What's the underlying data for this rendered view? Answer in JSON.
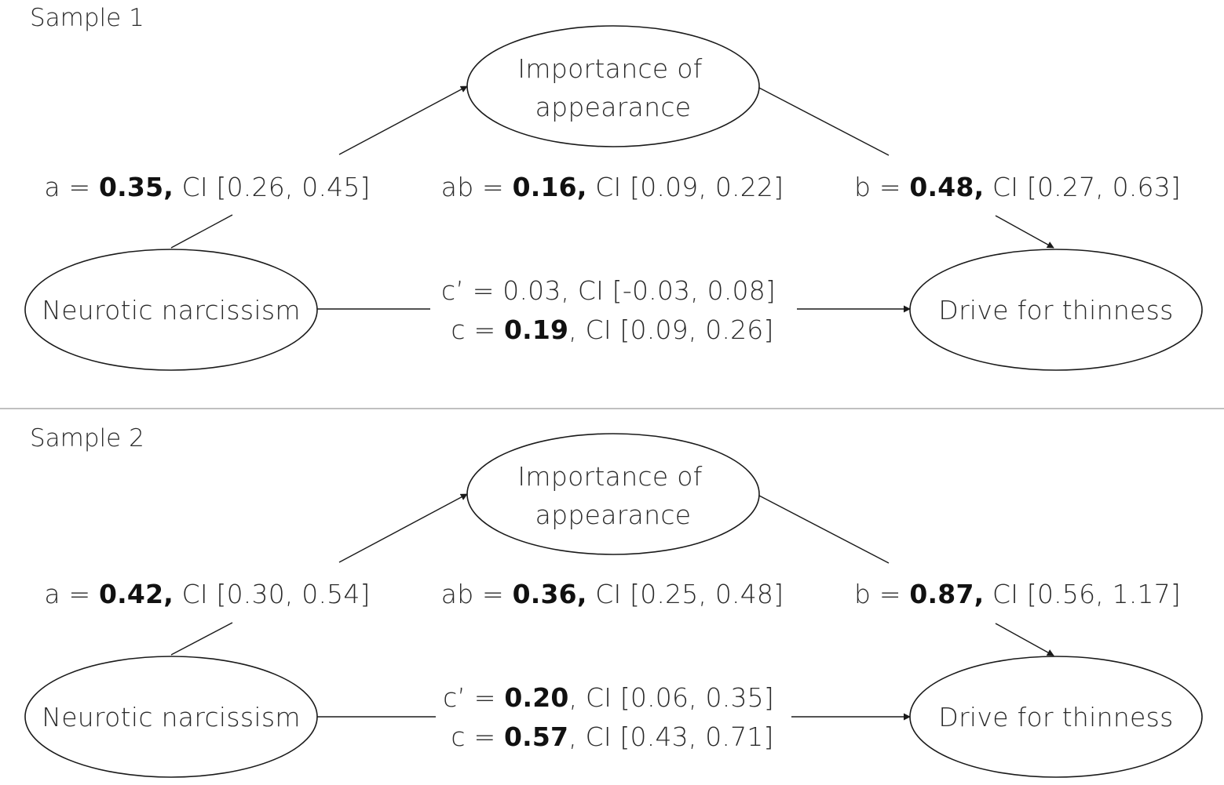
{
  "samples": [
    {
      "title": "Sample 1",
      "nodes": {
        "mediator": [
          "Importance of",
          "appearance"
        ],
        "predictor": "Neurotic narcissism",
        "outcome": "Drive for thinness"
      },
      "paths": {
        "a": {
          "prefix": "a = ",
          "value": "0.35,",
          "ci": " CI [0.26, 0.45]",
          "value_bold": true
        },
        "ab": {
          "prefix": "ab = ",
          "value": "0.16,",
          "ci": " CI [0.09, 0.22]",
          "value_bold": true
        },
        "b": {
          "prefix": "b = ",
          "value": "0.48,",
          "ci": " CI [0.27, 0.63]",
          "value_bold": true
        },
        "c_prime": {
          "prefix": "c’ = ",
          "value": "0.03",
          "ci": ", CI [-0.03, 0.08]",
          "value_bold": false
        },
        "c": {
          "prefix": "c = ",
          "value": "0.19",
          "ci": ", CI [0.09, 0.26]",
          "value_bold": true
        }
      }
    },
    {
      "title": "Sample 2",
      "nodes": {
        "mediator": [
          "Importance of",
          "appearance"
        ],
        "predictor": "Neurotic narcissism",
        "outcome": "Drive for thinness"
      },
      "paths": {
        "a": {
          "prefix": "a = ",
          "value": "0.42,",
          "ci": " CI [0.30, 0.54]",
          "value_bold": true
        },
        "ab": {
          "prefix": "ab = ",
          "value": "0.36,",
          "ci": " CI [0.25, 0.48]",
          "value_bold": true
        },
        "b": {
          "prefix": "b = ",
          "value": "0.87,",
          "ci": " CI [0.56, 1.17]",
          "value_bold": true
        },
        "c_prime": {
          "prefix": "c’ = ",
          "value": "0.20",
          "ci": ", CI [0.06, 0.35]",
          "value_bold": true
        },
        "c": {
          "prefix": "c = ",
          "value": "0.57",
          "ci": ", CI [0.43, 0.71]",
          "value_bold": true
        }
      }
    }
  ]
}
